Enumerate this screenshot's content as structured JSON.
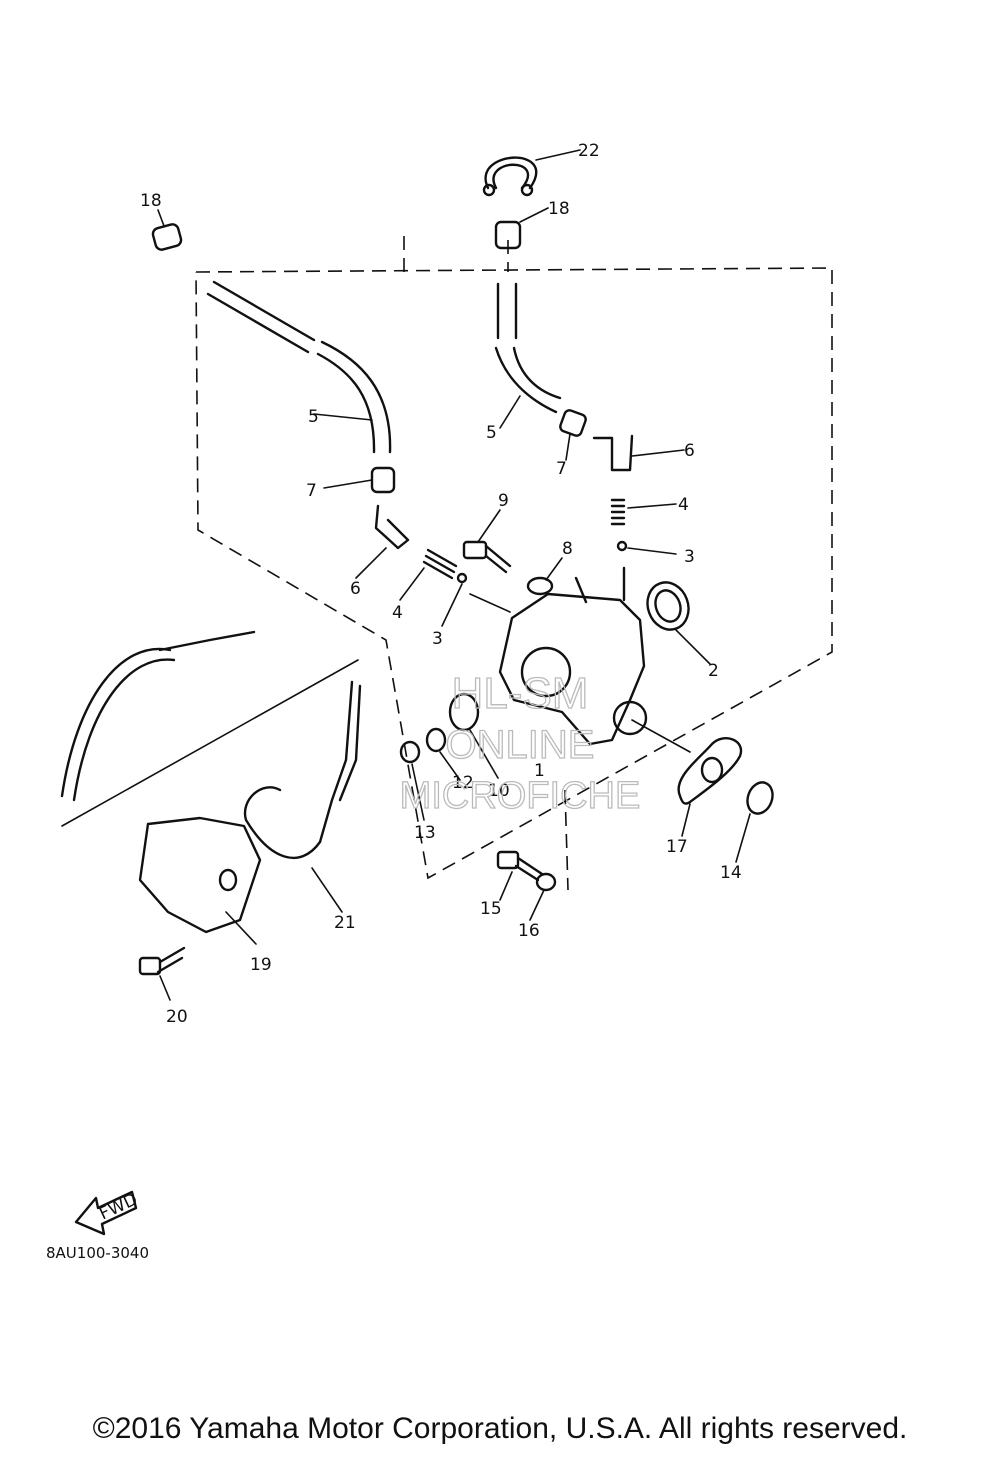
{
  "callouts": [
    "22",
    "18",
    "18",
    "5",
    "5",
    "7",
    "7",
    "6",
    "6",
    "9",
    "8",
    "4",
    "4",
    "3",
    "3",
    "2",
    "13",
    "12",
    "10",
    "1",
    "17",
    "14",
    "15",
    "16",
    "21",
    "19",
    "20"
  ],
  "watermark": {
    "line1": "HL-SM",
    "line2": "ONLINE",
    "line3": "MICROFICHE"
  },
  "fwd_label": "FWD",
  "diagram_code": "8AU100-3040",
  "copyright": "©2016 Yamaha Motor Corporation, U.S.A. All rights reserved."
}
